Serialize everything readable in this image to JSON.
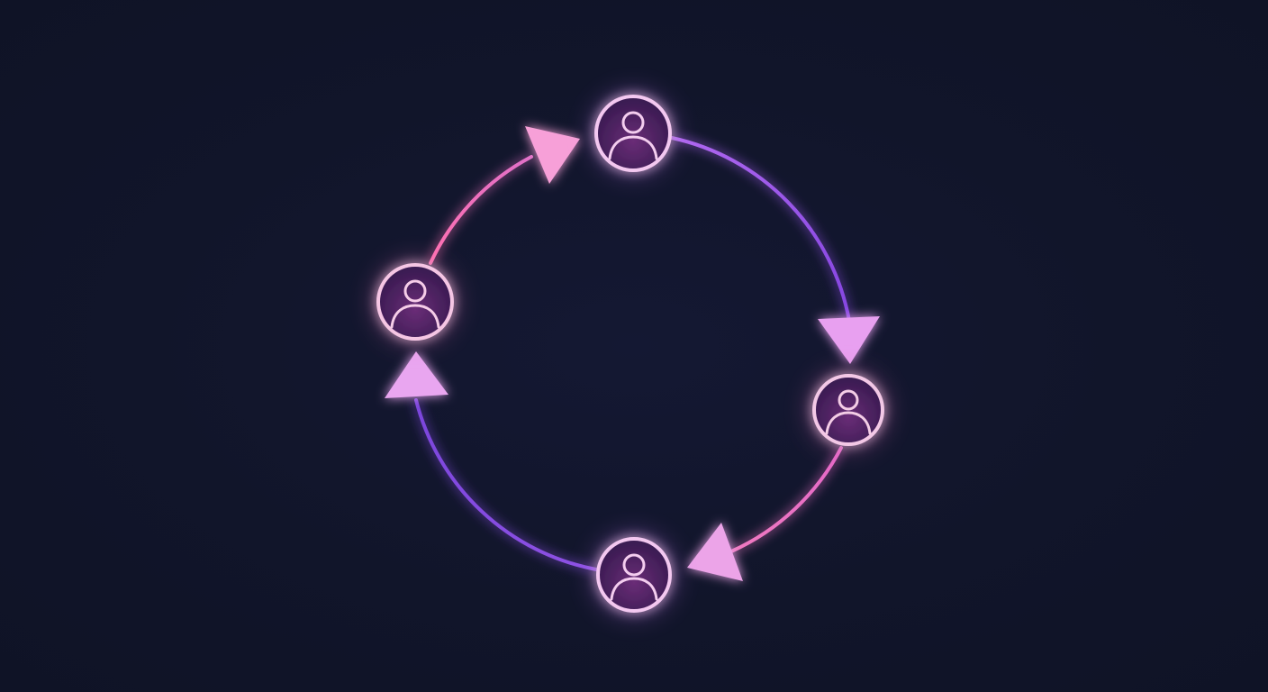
{
  "diagram": {
    "type": "cycle",
    "nodes": [
      {
        "id": "top",
        "icon": "user-avatar-icon"
      },
      {
        "id": "right",
        "icon": "user-avatar-icon"
      },
      {
        "id": "bottom",
        "icon": "user-avatar-icon"
      },
      {
        "id": "left",
        "icon": "user-avatar-icon"
      }
    ],
    "edges": [
      {
        "from": "top",
        "to": "right",
        "direction": "clockwise"
      },
      {
        "from": "right",
        "to": "bottom",
        "direction": "clockwise"
      },
      {
        "from": "bottom",
        "to": "left",
        "direction": "clockwise"
      },
      {
        "from": "left",
        "to": "top",
        "direction": "clockwise"
      }
    ]
  },
  "colors": {
    "background": "#11152a",
    "pink": "#f07ac0",
    "purple": "#8a4fe0",
    "arrow_fill": "#f0a3e6",
    "icon_stroke": "#f4cdef"
  }
}
